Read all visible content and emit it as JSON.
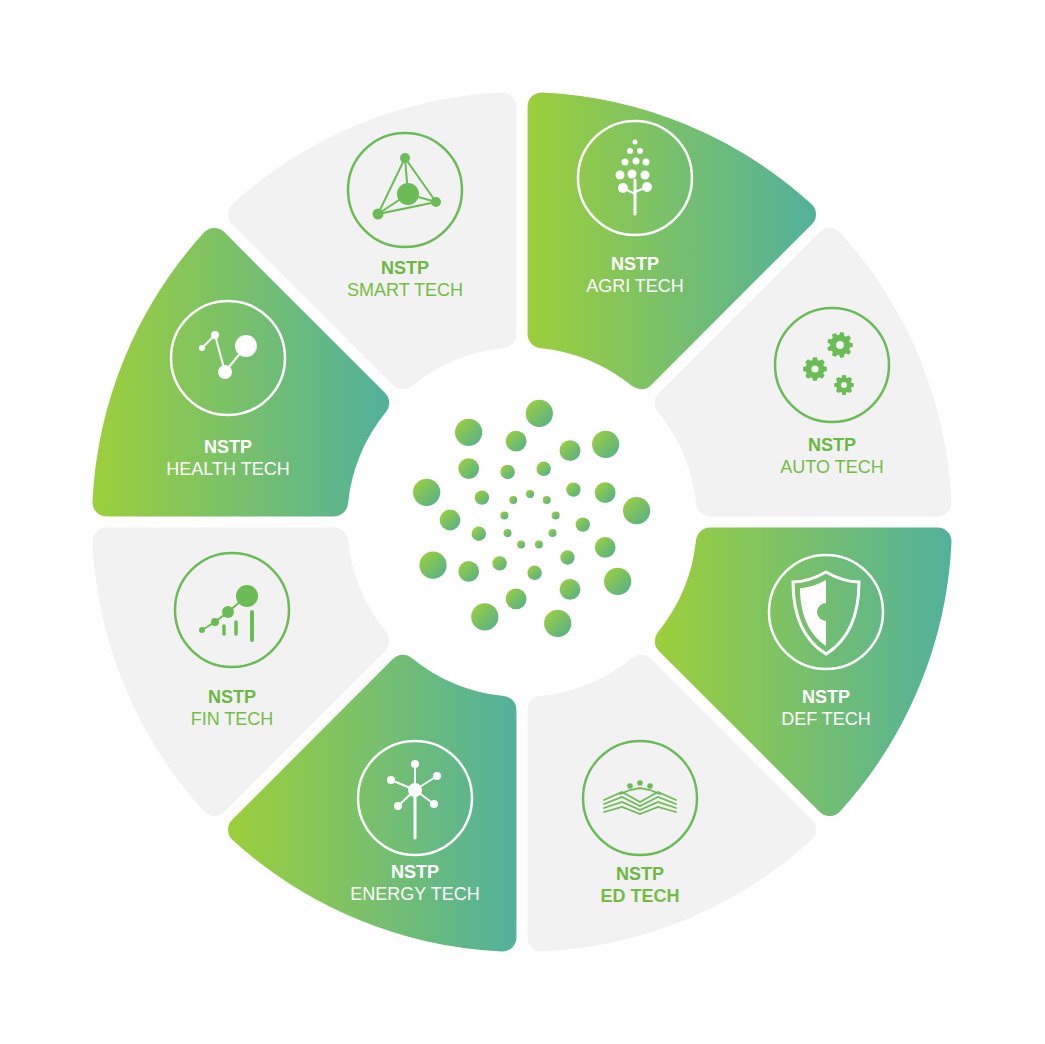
{
  "diagram": {
    "nodes": [
      {
        "text": [
          "NSTP",
          "SMART TECH"
        ]
      },
      {
        "text": [
          "NSTP",
          "AGRI TECH"
        ]
      },
      {
        "text": [
          "NSTP",
          "AUTO TECH"
        ]
      },
      {
        "text": [
          "NSTP",
          "DEF TECH"
        ]
      },
      {
        "text": [
          "NSTP",
          "ED TECH"
        ]
      },
      {
        "text": [
          "NSTP",
          "ENERGY TECH"
        ]
      },
      {
        "text": [
          "NSTP",
          "FIN TECH"
        ]
      },
      {
        "text": [
          "NSTP",
          "HEALTH TECH"
        ]
      }
    ]
  }
}
